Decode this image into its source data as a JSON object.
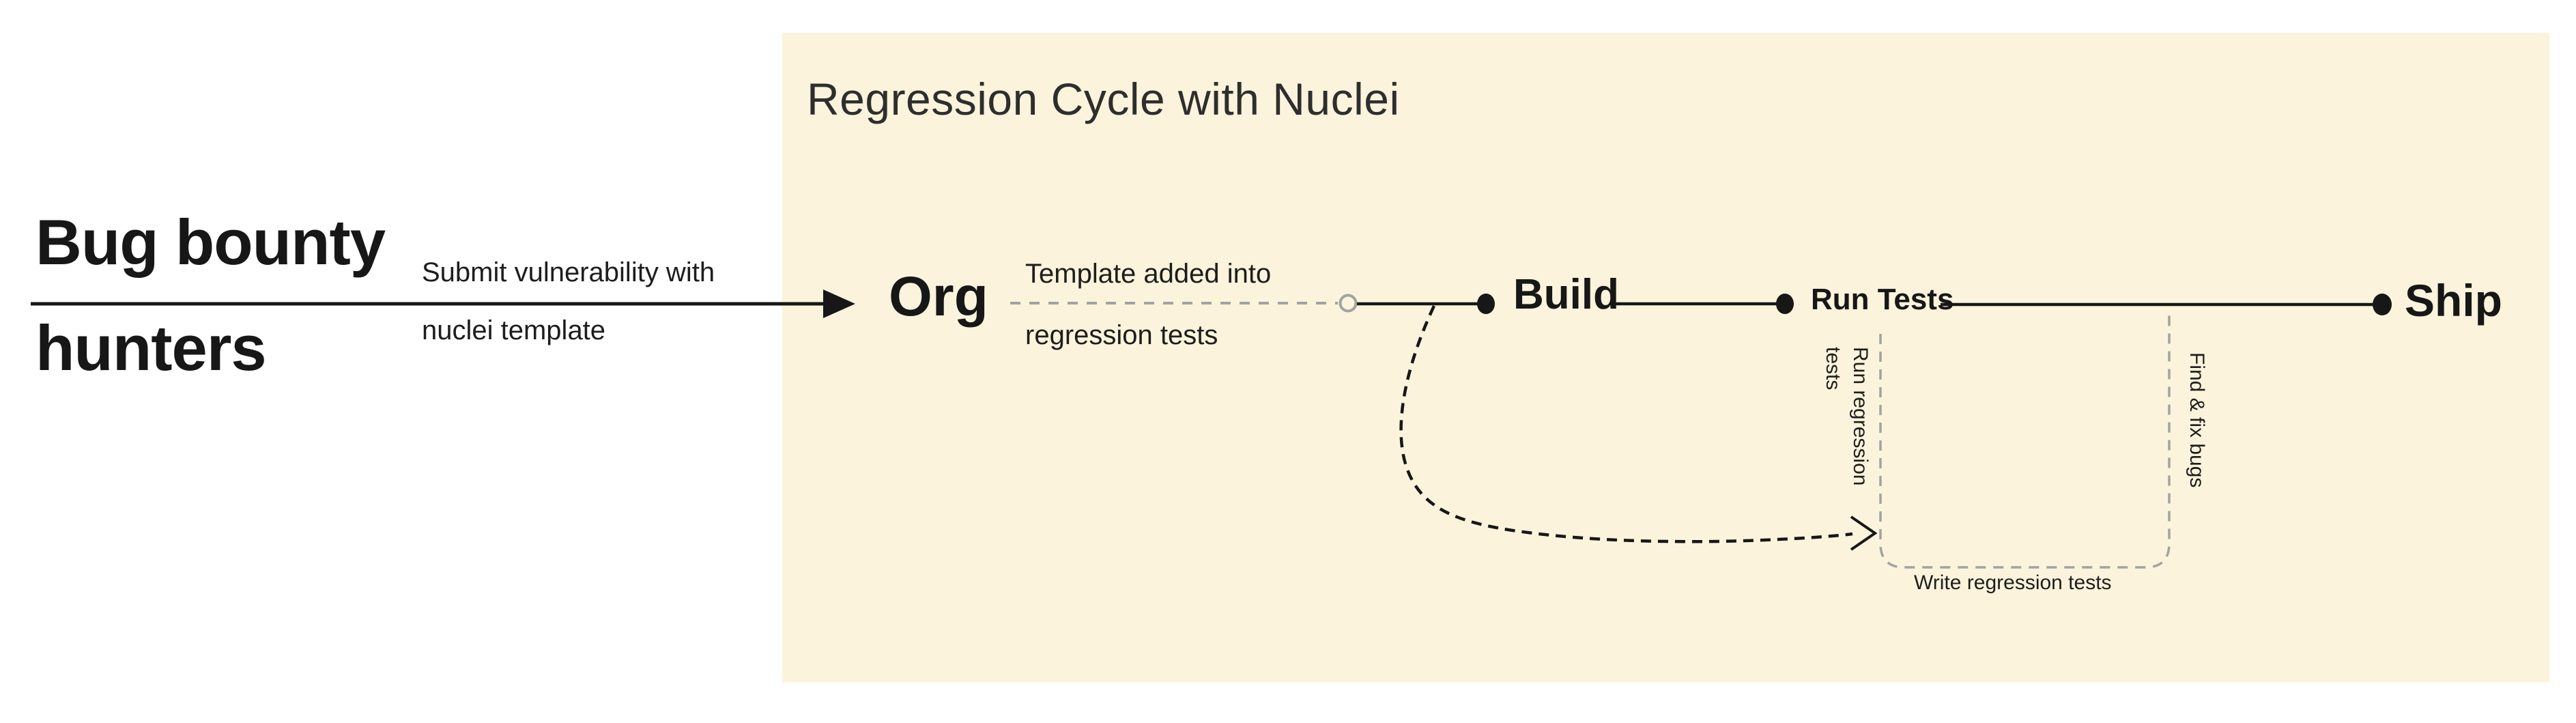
{
  "colors": {
    "page_bg": "#ffffff",
    "panel_bg": "#fbf3db",
    "ink": "#171717",
    "gray_dash": "#a2a2a2"
  },
  "actor": {
    "name_line1": "Bug bounty",
    "name_line2": "hunters",
    "arrow_label_line1": "Submit vulnerability with",
    "arrow_label_line2": "nuclei template"
  },
  "panel": {
    "title": "Regression Cycle with Nuclei",
    "org": {
      "label": "Org",
      "annotation_line1": "Template added into",
      "annotation_line2": "regression tests"
    },
    "nodes": {
      "build": "Build",
      "run_tests": "Run Tests",
      "ship": "Ship"
    },
    "loop": {
      "run_regression_label": "Run regression tests",
      "find_fix_label": "Find & fix bugs",
      "write_tests_label": "Write regression tests"
    }
  }
}
